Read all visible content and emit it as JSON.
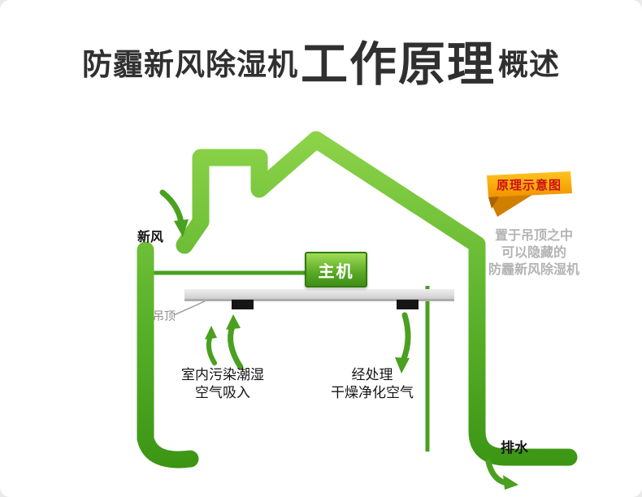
{
  "title": {
    "prefix": "防霾新风除湿机",
    "emphasis": "工作原理",
    "suffix": "概述"
  },
  "ribbon": {
    "label": "原理示意图"
  },
  "caption": {
    "line1": "置于吊顶之中",
    "line2": "可以隐藏的",
    "line3": "防霾新风除湿机"
  },
  "diagram": {
    "fresh_air_label": "新风",
    "main_unit_label": "主机",
    "ceiling_label": "吊顶",
    "intake_line1": "室内污染潮湿",
    "intake_line2": "空气吸入",
    "outflow_line1": "经处理",
    "outflow_line2": "干燥净化空气",
    "drain_label": "排水"
  },
  "colors": {
    "house_green_light": "#8ed44a",
    "house_green_dark": "#379110",
    "arrow_green": "#4aa01f",
    "ribbon_orange": "#f59d00",
    "ribbon_text_red": "#cc1111",
    "caption_gray": "#b3b3b3",
    "title_dark": "#303030"
  }
}
